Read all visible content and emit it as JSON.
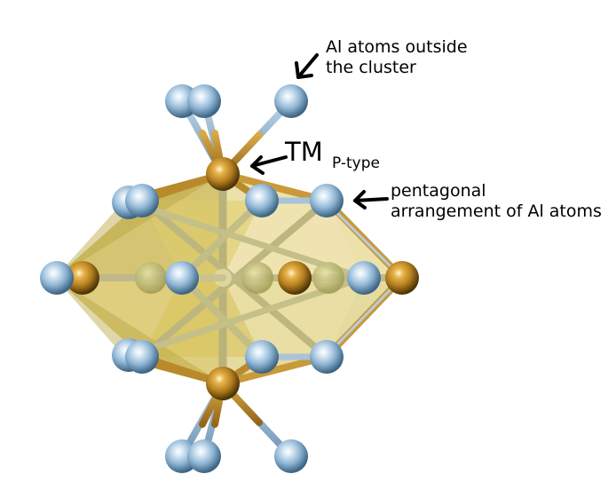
{
  "labels": {
    "al_outside_line1": "Al atoms outside",
    "al_outside_line2": "the cluster",
    "tm": "TM",
    "tm_subscript": "P-type",
    "pentagonal_line1": "pentagonal",
    "pentagonal_line2": "arrangement of Al atoms"
  },
  "colors": {
    "al_atom": "#8fb6d6",
    "tm_atom": "#b07d1c",
    "polyhedron": "#d8c658",
    "bond_gold": "#c99a3a",
    "bond_blue": "#8fb3cf",
    "arrow": "#000000"
  }
}
